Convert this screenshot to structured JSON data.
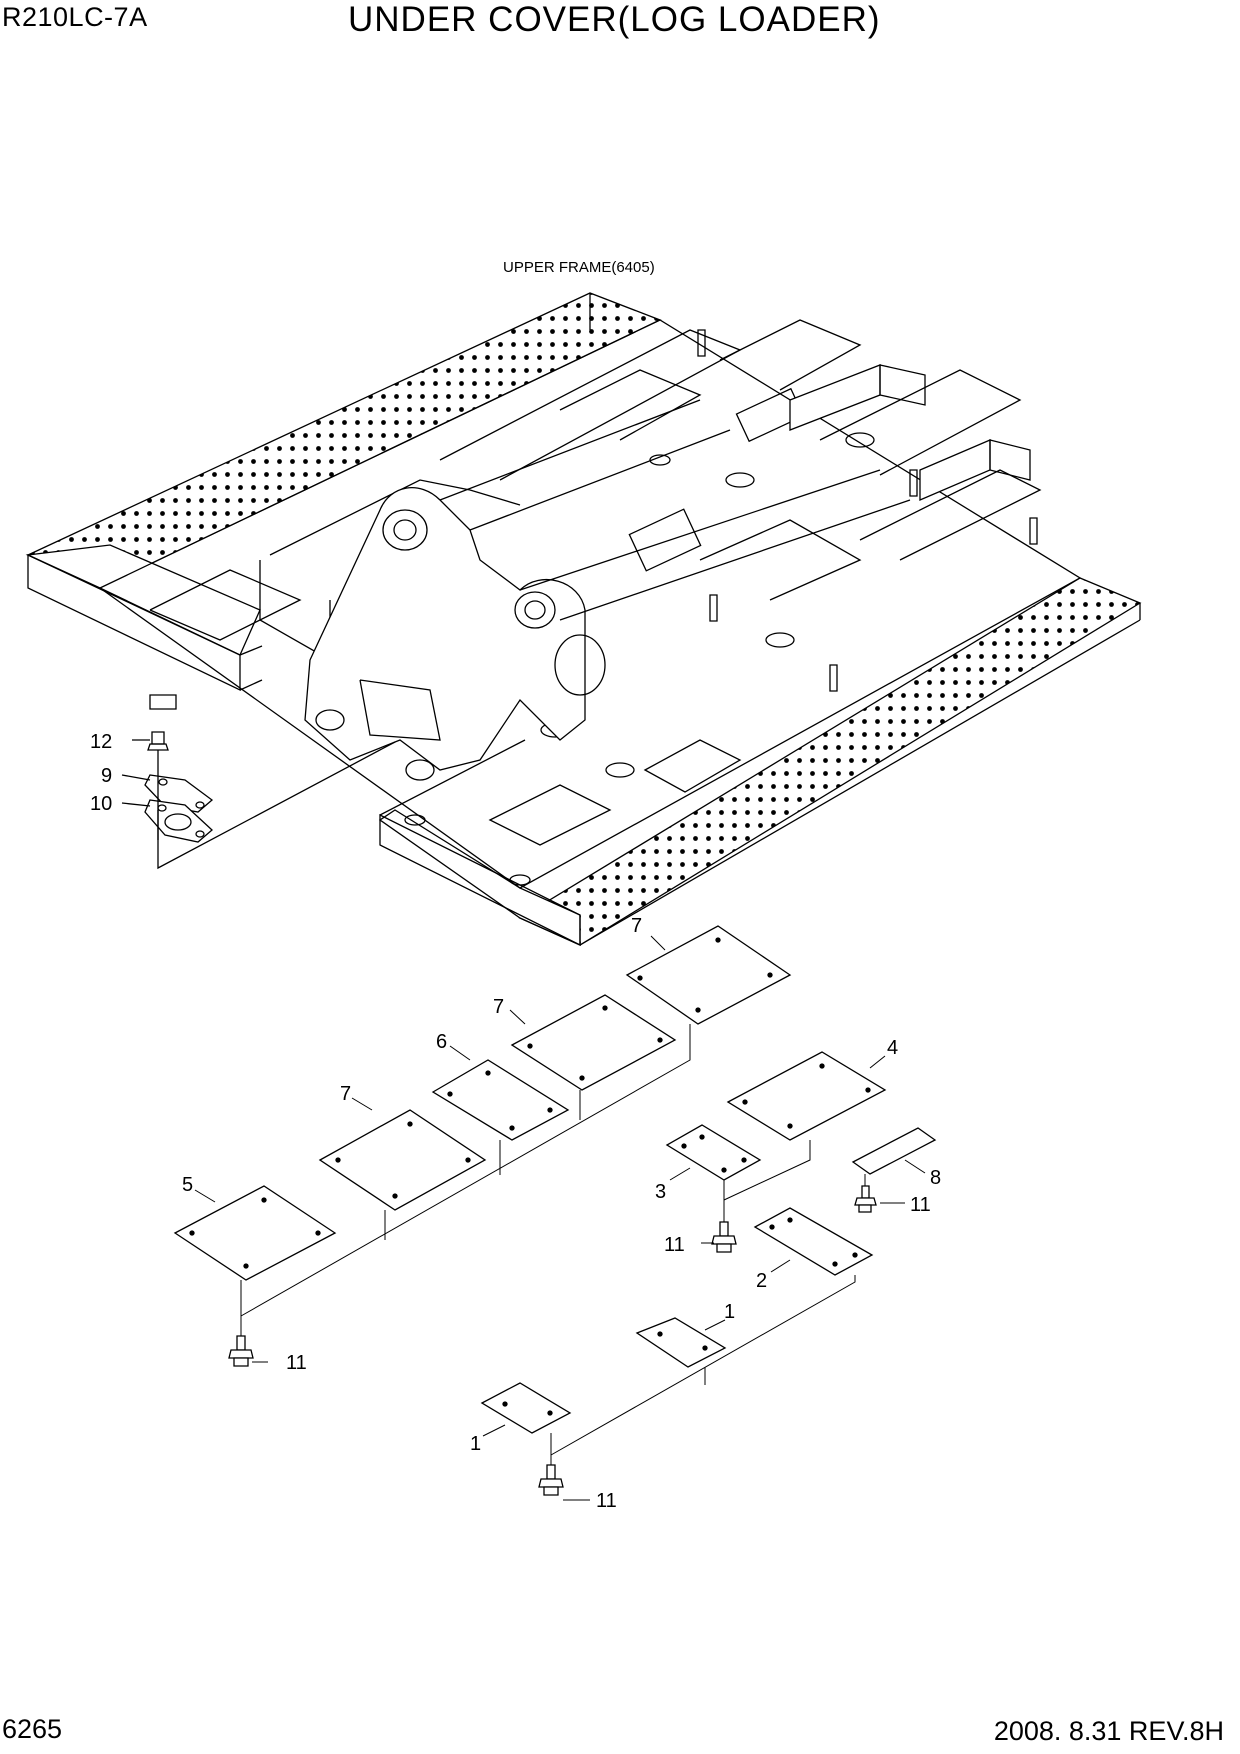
{
  "header": {
    "model": "R210LC-7A",
    "title": "UNDER COVER(LOG LOADER)"
  },
  "diagram": {
    "frame_label": "UPPER FRAME(6405)",
    "callouts": [
      {
        "id": "c1a",
        "text": "1"
      },
      {
        "id": "c1b",
        "text": "1"
      },
      {
        "id": "c2",
        "text": "2"
      },
      {
        "id": "c3",
        "text": "3"
      },
      {
        "id": "c4",
        "text": "4"
      },
      {
        "id": "c5",
        "text": "5"
      },
      {
        "id": "c6",
        "text": "6"
      },
      {
        "id": "c7a",
        "text": "7"
      },
      {
        "id": "c7b",
        "text": "7"
      },
      {
        "id": "c7c",
        "text": "7"
      },
      {
        "id": "c8",
        "text": "8"
      },
      {
        "id": "c9",
        "text": "9"
      },
      {
        "id": "c10",
        "text": "10"
      },
      {
        "id": "c11a",
        "text": "11"
      },
      {
        "id": "c11b",
        "text": "11"
      },
      {
        "id": "c11c",
        "text": "11"
      },
      {
        "id": "c11d",
        "text": "11"
      },
      {
        "id": "c12",
        "text": "12"
      }
    ]
  },
  "footer": {
    "page": "6265",
    "revision": "2008.  8.31  REV.8H"
  }
}
